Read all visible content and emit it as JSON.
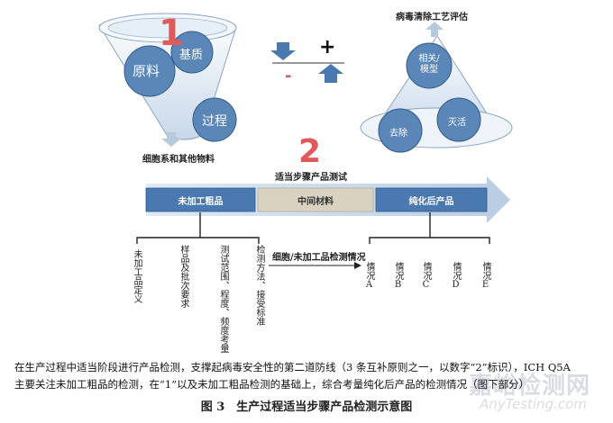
{
  "funnel": {
    "number": "1",
    "circles": [
      "原料",
      "基质",
      "过程"
    ],
    "output_label": "细胞系和其他物料"
  },
  "signs": {
    "minus": "-",
    "plus": "+"
  },
  "cone": {
    "top_label": "病毒清除工艺评估",
    "circles": [
      "相关/\n模型",
      "去除",
      "灭活"
    ]
  },
  "process": {
    "number": "2",
    "title": "适当步骤产品测试",
    "stages": [
      "未加工粗品",
      "中间材料",
      "纯化后产品"
    ]
  },
  "left_items": [
    "未加工品定义",
    "样品及批次要求",
    "测试范围、程度、频度考量",
    "检测方法、接受标准"
  ],
  "middle_label": "细胞/未加工品检测情况",
  "right_items": [
    "情况A",
    "情况B",
    "情况C",
    "情况D",
    "情况E"
  ],
  "caption_lines": [
    "在生产过程中适当阶段进行产品检测，支撑起病毒安全性的第二道防线（3 条互补原则之一，以数字“2”标识），ICH Q5A",
    "主要关注未加工粗品的检测，在“1”以及未加工粗品检测的基础上，综合考量纯化后产品的检测情况（图下部分）"
  ],
  "figure_title": "图 3　生产过程适当步骤产品检测示意图",
  "watermark": {
    "cn": "嘉峪检测网",
    "en": "AnyTesting.com"
  },
  "colors": {
    "blue": "#4a78b0",
    "circle": "#5b86b8",
    "light": "#d9e6f2",
    "beige": "#d9d2c0",
    "red": "#e05a5a",
    "arrow": "#b7c9dd"
  }
}
